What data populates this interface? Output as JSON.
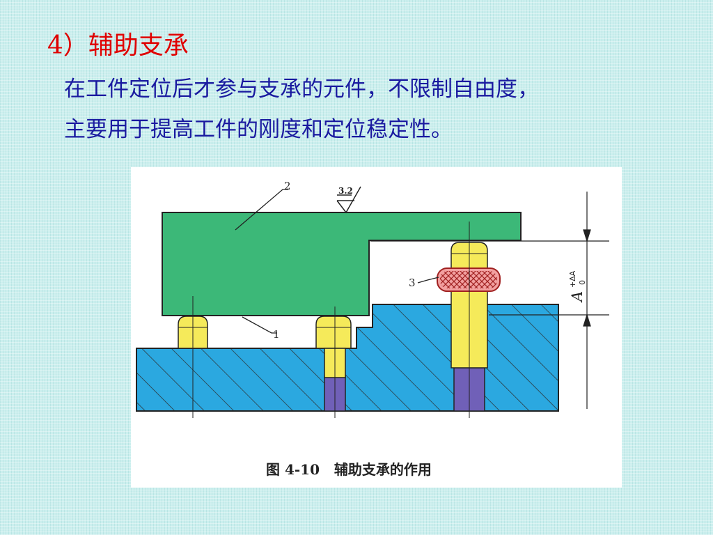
{
  "slide": {
    "title": "4）辅助支承",
    "body_lines": [
      "在工件定位后才参与支承的元件，不限制自由度，",
      "主要用于提高工件的刚度和定位稳定性。"
    ]
  },
  "figure": {
    "caption": "图 4-10   辅助支承的作用",
    "part_labels": [
      "1",
      "2",
      "3"
    ],
    "surface_roughness": "3.2",
    "dimension": {
      "letter": "A",
      "upper_deviation": "+ΔA",
      "lower_deviation": "0"
    }
  },
  "colors": {
    "title": "#e00000",
    "body_text": "#1a1aa0",
    "workpiece": "#3cb878",
    "base": "#2ba8e0",
    "support": "#f5ea5a",
    "nut": "#f2a0a0",
    "stem": "#7060b8"
  }
}
